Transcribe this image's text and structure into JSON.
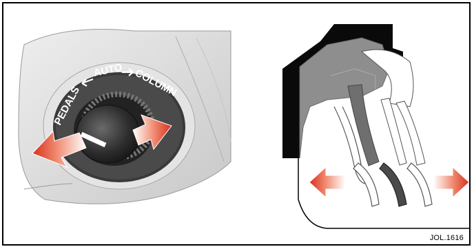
{
  "knob": {
    "ring_left_label": "PEDALS",
    "ring_center_label": "AUTO",
    "ring_right_label": "COLUMN"
  },
  "figure_ref": "JOL.1616",
  "colors": {
    "arrow_red": "#e0402a",
    "knob_dark": "#2a2a2a",
    "panel_gray": "#d9d9d9",
    "pedal_housing": "#8c8c8c"
  }
}
